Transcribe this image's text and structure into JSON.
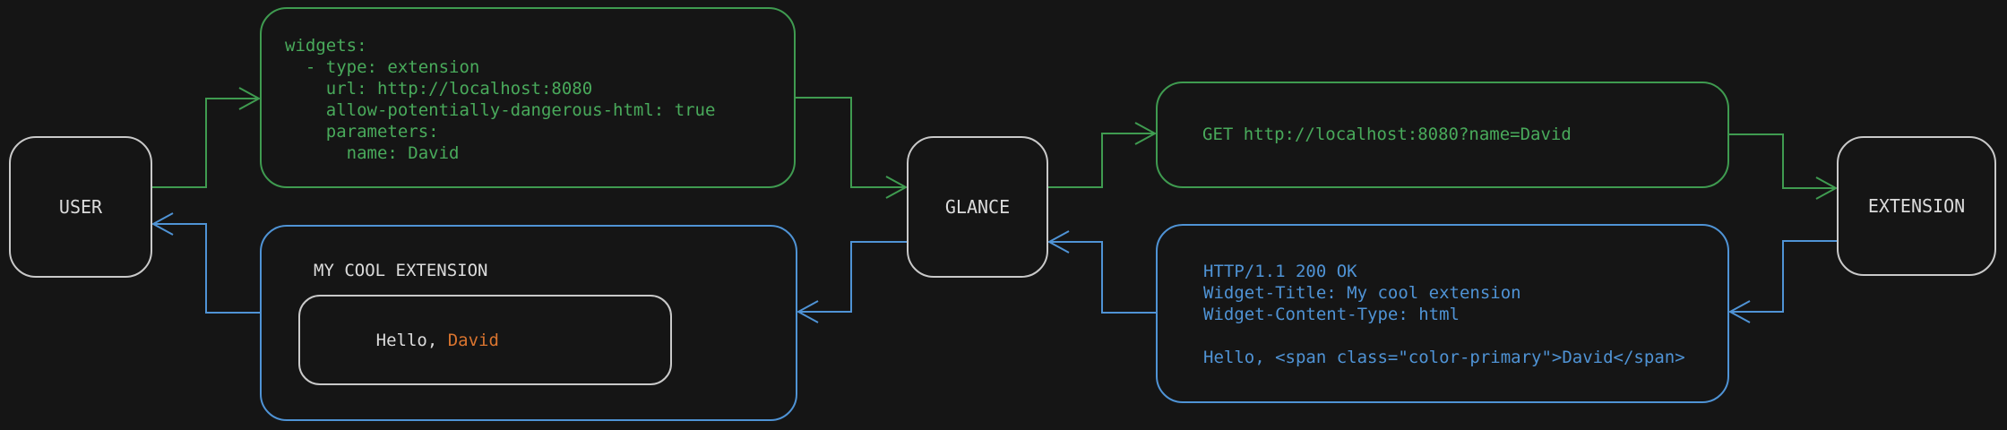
{
  "colors": {
    "background": "#151515",
    "green": "#3f9b50",
    "green_text": "#49aa5b",
    "blue": "#4f93d5",
    "orange": "#d9742f",
    "node_border": "#c9c9c9",
    "text_light": "#dcdcdc"
  },
  "nodes": {
    "user": {
      "label": "USER"
    },
    "glance": {
      "label": "GLANCE"
    },
    "extension": {
      "label": "EXTENSION"
    }
  },
  "config_box": {
    "lines": [
      "widgets:",
      "  - type: extension",
      "    url: http://localhost:8080",
      "    allow-potentially-dangerous-html: true",
      "    parameters:",
      "      name: David"
    ]
  },
  "request_box": {
    "line": "GET http://localhost:8080?name=David"
  },
  "response_box": {
    "lines": [
      "HTTP/1.1 200 OK",
      "Widget-Title: My cool extension",
      "Widget-Content-Type: html",
      " ",
      "Hello, <span class=\"color-primary\">David</span>"
    ]
  },
  "widget_box": {
    "title": "MY COOL EXTENSION",
    "greeting_prefix": "Hello, ",
    "greeting_name": "David"
  }
}
